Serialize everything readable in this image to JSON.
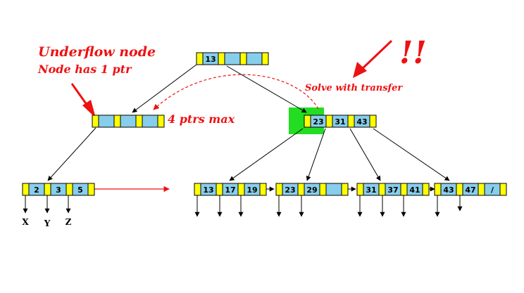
{
  "colors": {
    "pointer_cell": "#ffff00",
    "key_cell": "#87ceeb",
    "highlight": "#22dd22",
    "annotation": "#ee1111"
  },
  "annotations": {
    "underflow_title": "Underflow node",
    "underflow_sub": "Node has 1 ptr",
    "max_ptrs": "4 ptrs max",
    "solve": "Solve with transfer",
    "exclaim": "!!"
  },
  "root": {
    "keys": [
      "13",
      "",
      ""
    ]
  },
  "left_internal": {
    "keys": [
      "",
      "",
      ""
    ]
  },
  "right_internal": {
    "keys": [
      "23",
      "31",
      "43"
    ]
  },
  "leaves": [
    {
      "keys": [
        "2",
        "3",
        "5"
      ]
    },
    {
      "keys": [
        "13",
        "17",
        "19"
      ]
    },
    {
      "keys": [
        "23",
        "29",
        ""
      ]
    },
    {
      "keys": [
        "31",
        "37",
        "41"
      ]
    },
    {
      "keys": [
        "43",
        "47",
        "/"
      ]
    }
  ],
  "leaf_labels": [
    "X",
    "Y",
    "Z"
  ]
}
